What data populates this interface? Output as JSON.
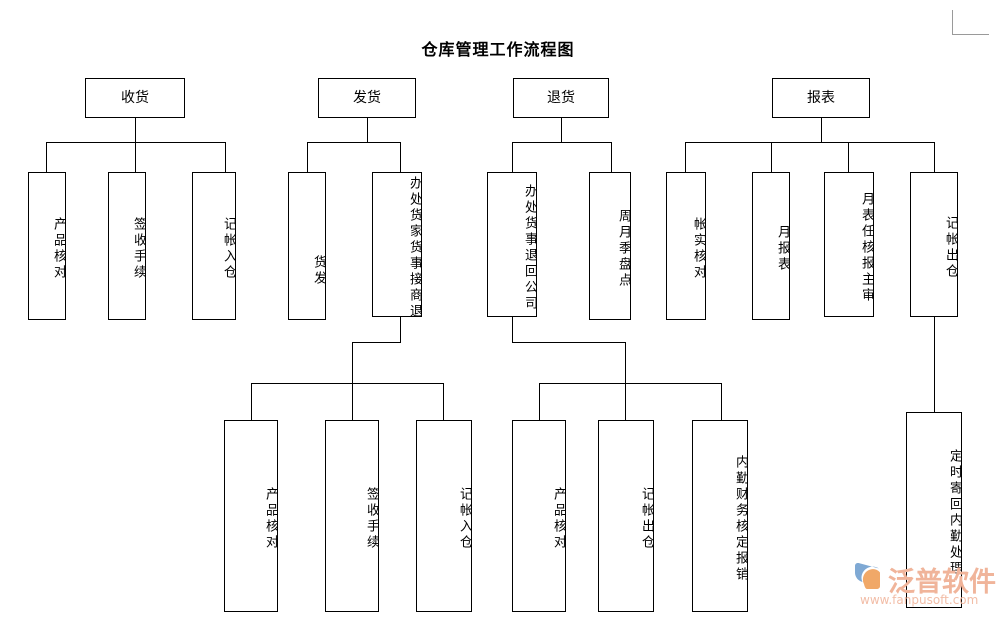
{
  "title": "仓库管理工作流程图",
  "colors": {
    "line": "#000000",
    "text": "#000000",
    "background": "#ffffff",
    "watermark": "#f0b49a",
    "corner_mark": "#9a9a9a"
  },
  "nodes": {
    "receiving_root": "收货",
    "receiving_c1": "产品核对",
    "receiving_c2": "签收手续",
    "receiving_c3_line1": "入仓",
    "receiving_c3_line2": "记帐",
    "shipping_root": "发货",
    "shipping_c1_line1": "发",
    "shipping_c1_line2": "货",
    "shipping_c2_col_right": "事接商退",
    "shipping_c2_col_left": "办处货家货",
    "shipping_sub1": "产品核对",
    "shipping_sub2": "签收手续",
    "shipping_sub3_line1": "入仓",
    "shipping_sub3_line2": "记帐",
    "returns_root": "退货",
    "returns_c1_col_right": "事退回公司",
    "returns_c1_col_left": "办处货",
    "returns_c2": "周月季盘点",
    "returns_sub1": "产品核对",
    "returns_sub2_line1": "出仓",
    "returns_sub2_line2": "记帐",
    "returns_sub3": "内勤财务核定报销",
    "report_root": "报表",
    "report_c1": "帐实核对",
    "report_c2": "月报表",
    "report_c3_col_right": "报主审",
    "report_c3_col_left": "月表任核",
    "report_c4_line1": "出仓",
    "report_c4_line2": "记帐",
    "report_sub1": "定时寄回内勤处理"
  },
  "watermark": {
    "brand": "泛普软件",
    "url": "www.fanpusoft.com"
  }
}
